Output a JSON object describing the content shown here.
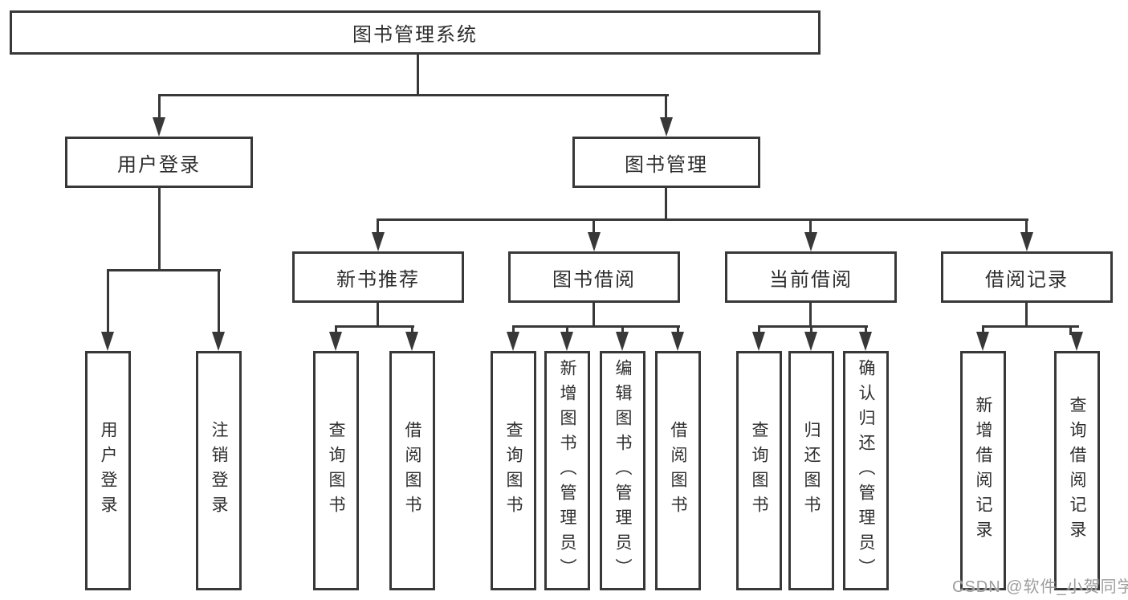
{
  "diagram": {
    "title": "图书管理系统",
    "type": "hierarchy-tree",
    "colors": {
      "line": "#383838",
      "box_border": "#383838",
      "box_fill": "#ffffff",
      "text": "#2e2e2e",
      "watermark": "#9d9d9d",
      "background": "#ffffff"
    },
    "tree": {
      "root": {
        "label": "图书管理系统",
        "children": [
          {
            "label": "用户登录",
            "children": [
              {
                "label": "用户登录"
              },
              {
                "label": "注销登录"
              }
            ]
          },
          {
            "label": "图书管理",
            "children": [
              {
                "label": "新书推荐",
                "children": [
                  {
                    "label": "查询图书"
                  },
                  {
                    "label": "借阅图书"
                  }
                ]
              },
              {
                "label": "图书借阅",
                "children": [
                  {
                    "label": "查询图书"
                  },
                  {
                    "label": "新增图书（管理员）"
                  },
                  {
                    "label": "编辑图书（管理员）"
                  },
                  {
                    "label": "借阅图书"
                  }
                ]
              },
              {
                "label": "当前借阅",
                "children": [
                  {
                    "label": "查询图书"
                  },
                  {
                    "label": "归还图书"
                  },
                  {
                    "label": "确认归还（管理员）"
                  }
                ]
              },
              {
                "label": "借阅记录",
                "children": [
                  {
                    "label": "新增借阅记录"
                  },
                  {
                    "label": "查询借阅记录"
                  }
                ]
              }
            ]
          }
        ]
      }
    },
    "watermark": {
      "text": "CSDN @软件_小贺同学"
    }
  }
}
